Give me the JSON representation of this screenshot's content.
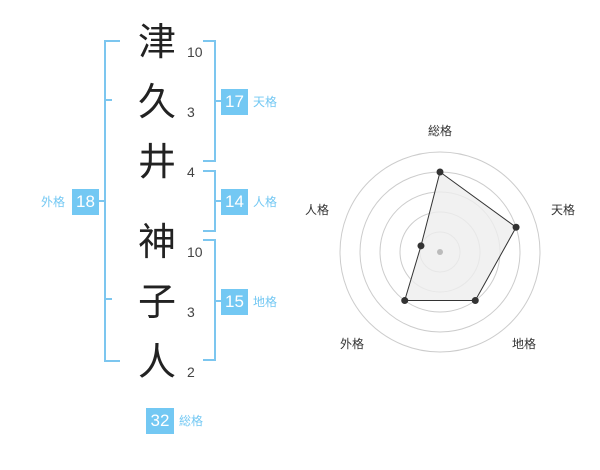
{
  "name": {
    "chars": [
      {
        "char": "津",
        "strokes": "10"
      },
      {
        "char": "久",
        "strokes": "3"
      },
      {
        "char": "井",
        "strokes": "4"
      },
      {
        "char": "神",
        "strokes": "10"
      },
      {
        "char": "子",
        "strokes": "3"
      },
      {
        "char": "人",
        "strokes": "2"
      }
    ]
  },
  "scores": {
    "tenkaku": {
      "value": "17",
      "label": "天格"
    },
    "jinkaku": {
      "value": "14",
      "label": "人格"
    },
    "chikaku": {
      "value": "15",
      "label": "地格"
    },
    "gaikaku": {
      "value": "18",
      "label": "外格"
    },
    "soukaku": {
      "value": "32",
      "label": "総格"
    }
  },
  "radar": {
    "axes": [
      "総格",
      "天格",
      "地格",
      "外格",
      "人格"
    ],
    "levels": [
      4,
      4,
      3,
      3,
      1
    ],
    "max_level": 5,
    "colors": {
      "ring": "#cccccc",
      "fill": "#eeeeee",
      "line": "#333333",
      "point": "#333333",
      "center": "#bbbbbb"
    }
  },
  "colors": {
    "accent": "#73c8f3",
    "bracket": "#7cc6ef"
  }
}
